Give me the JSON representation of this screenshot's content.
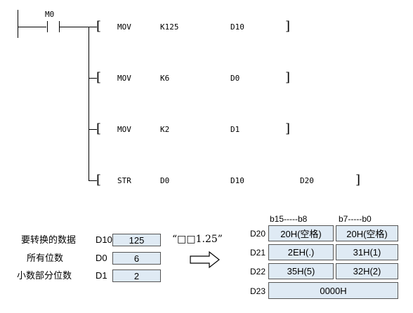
{
  "ladder": {
    "contact_label": "M0",
    "instructions": [
      {
        "op": "MOV",
        "src": "K125",
        "dst": "D10"
      },
      {
        "op": "MOV",
        "src": "K6",
        "dst": "D0"
      },
      {
        "op": "MOV",
        "src": "K2",
        "dst": "D1"
      },
      {
        "op": "STR",
        "src": "D0",
        "dst": "D10",
        "extra": "D20"
      }
    ],
    "bracket_open": "[",
    "bracket_close": "]"
  },
  "inputs": [
    {
      "label": "要转换的数据",
      "reg": "D10",
      "value": "125"
    },
    {
      "label": "所有位数",
      "reg": "D0",
      "value": "6"
    },
    {
      "label": "小数部分位数",
      "reg": "D1",
      "value": "2"
    }
  ],
  "result_string": "“□□1.25”",
  "table": {
    "headers": [
      "b15-----b8",
      "b7-----b0"
    ],
    "rows": [
      {
        "reg": "D20",
        "cells": [
          "20H(空格)",
          "20H(空格)"
        ]
      },
      {
        "reg": "D21",
        "cells": [
          "2EH(.)",
          "31H(1)"
        ]
      },
      {
        "reg": "D22",
        "cells": [
          "35H(5)",
          "32H(2)"
        ]
      },
      {
        "reg": "D23",
        "cells": [
          "0000H"
        ]
      }
    ]
  }
}
